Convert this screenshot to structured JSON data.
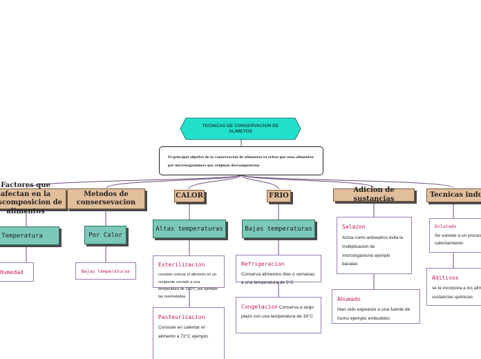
{
  "root": {
    "title": "TECNICAS DE CONSERVACION  DE ALIMETOS",
    "description": "El principal objetivo de la conservacion de alimentos es evitar que esos alimentos por microorganismos que originan descomposicion."
  },
  "categories": [
    {
      "label": "Factores que afectan en la descomposicion de alimentos"
    },
    {
      "label": "Metodos de consersevacion"
    },
    {
      "label": "CALOR"
    },
    {
      "label": "FRIO"
    },
    {
      "label": "Adicion de sustancias"
    },
    {
      "label": "Tecnicas industriales"
    }
  ],
  "subnodes": {
    "temperatura": "Temperatura",
    "humedad": "-Humedad",
    "por_calor": "Por Calor",
    "bajas_temperaturas_small": "Bajas temperaturas",
    "altas_temperaturas": "Altas temperaturas",
    "bajas_temperaturas": "Bajas temperaturas"
  },
  "cards": {
    "esterilizacion": {
      "title": "Esterilizacion",
      "text": "consiste colocar el alimento en un recipiente cerrado a una temperatura de 100°C por ejemplo las mermeladas"
    },
    "pasteurizacion": {
      "title": "Pasteurizacion",
      "text": "Consiste en calentar el alimento a 72°C ejemplo"
    },
    "refrigeracion": {
      "title": "Refrigeracion",
      "text": "Conserva alimentos dias o semanas a una temperatura de 5°C"
    },
    "congelacion": {
      "title": "Congelacion",
      "text": "Conserva a largo plazo con una temperatura de 18°C"
    },
    "salazon": {
      "title": "Salazon",
      "text": "Actua como antiseptico evita la multiplicacion de microorganismo ejemplo bacalao"
    },
    "ahumado": {
      "title": "Ahumado",
      "text": "Han sido expuesto a una fuente de humo ejemplo embutidos"
    },
    "enlatado": {
      "title": "Enlatado",
      "text": "Se somete a un proceso de calentamiento"
    },
    "aditivos": {
      "title": "Aditivos",
      "text": "se le incorpora a los alimentos sustancias quimicas"
    }
  },
  "colors": {
    "header": "#22e0cc",
    "category": "#e2bf9c",
    "subcategory": "#7cc8b8",
    "card_title": "#c2185b",
    "connector": "#6b4a7a"
  }
}
